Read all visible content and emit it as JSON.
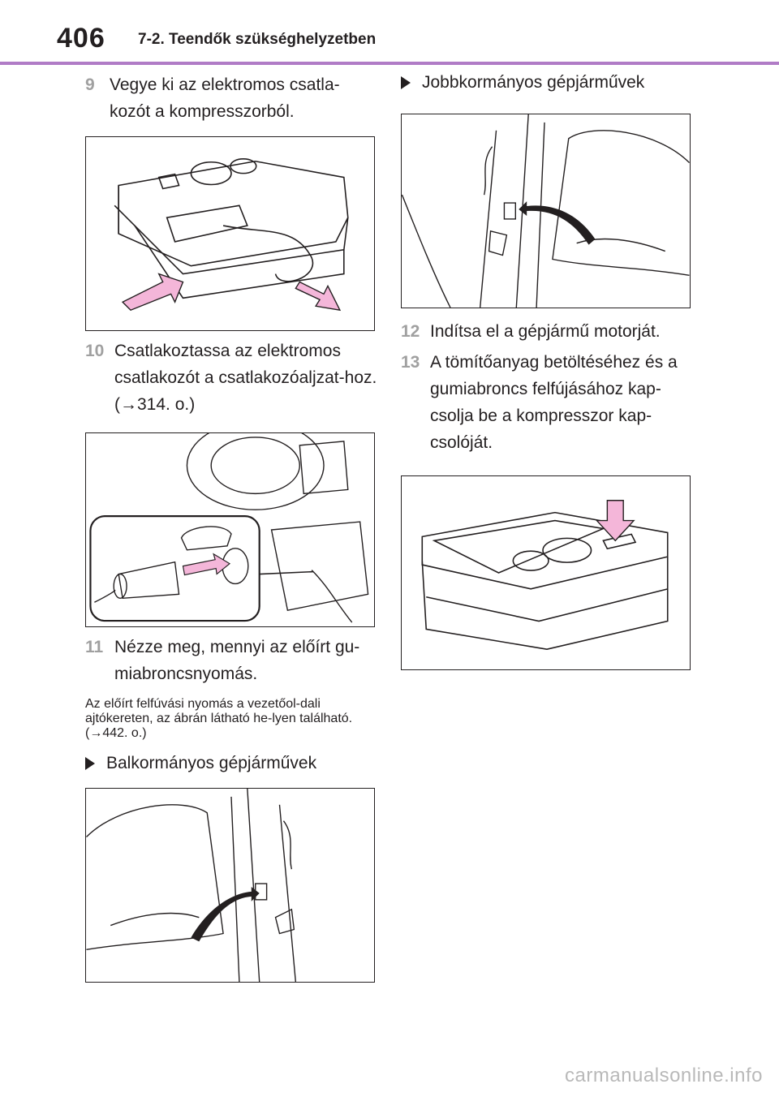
{
  "header": {
    "page_number": "406",
    "section_title": "7-2. Teendők szükséghelyzetben"
  },
  "left": {
    "step9": {
      "num": "9",
      "text": "Vegye ki az elektromos csatla-kozót a kompresszorból."
    },
    "step10": {
      "num": "10",
      "text": "Csatlakoztassa az elektromos csatlakozót a csatlakozóaljzat-hoz. (→314. o.)"
    },
    "step11": {
      "num": "11",
      "text": "Nézze meg, mennyi az előírt gu-miabroncsnyomás."
    },
    "note": "Az előírt felfúvási nyomás a vezetőol-dali ajtókereten, az ábrán látható he-lyen található. (→442. o.)",
    "subheading_lhd": "Balkormányos gépjárművek"
  },
  "right": {
    "subheading_rhd": "Jobbkormányos gépjárművek",
    "step12": {
      "num": "12",
      "text": "Indítsa el a gépjármű motorját."
    },
    "step13": {
      "num": "13",
      "text": "A tömítőanyag betöltéséhez és a gumiabroncs felfújásához kap-csolja be a kompresszor kap-csolóját."
    }
  },
  "watermark": "carmanualsonline.info",
  "colors": {
    "accent_rule": "#b07cc6",
    "arrow_pink": "#f4b6d9",
    "step_number": "#a0a0a0"
  }
}
